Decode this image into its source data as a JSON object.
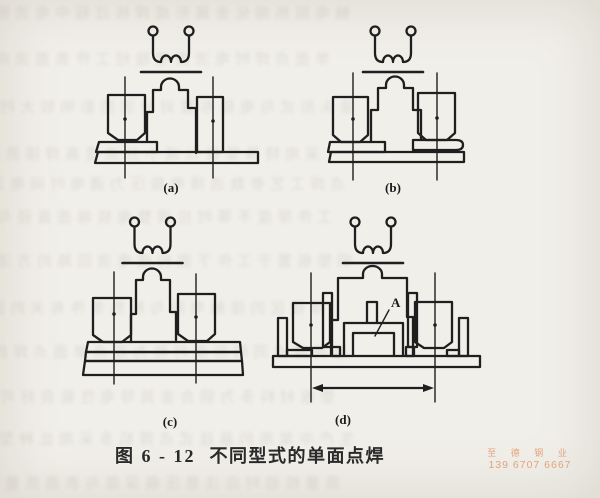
{
  "figure": {
    "caption_number": "图 6 - 12",
    "caption_title": "不同型式的单面点焊",
    "panels": [
      {
        "id": "a",
        "label": "(a)"
      },
      {
        "id": "b",
        "label": "(b)"
      },
      {
        "id": "c",
        "label": "(c)"
      },
      {
        "id": "d",
        "label": "(d)",
        "annotation": "A"
      }
    ],
    "symbols": [
      "welding-transformer-secondary",
      "electrode",
      "workpiece-sheets",
      "centerline",
      "dimension-arrow"
    ]
  },
  "watermark": {
    "line1": "至 德 钢 业",
    "line2": "139 6707 6667",
    "color": "#e0976e"
  },
  "colors": {
    "paper": "#f1efe9",
    "ink": "#1f1f1f",
    "bleed_text": "#6b6558"
  },
  "bleed": {
    "rows": [
      "触电阻热熔化金属形成焊核过程中电流密",
      "单面点焊时电流由电极经工件表面流向另",
      "接头形式与电极布置对分流的影响较大时",
      "采用特殊垫板以减小分流提高焊接质量的",
      "点焊工艺参数选择电极压力通电时间电流",
      "工件厚度不等时应调整电极端面直径与形",
      "铜垫板置于工件下面构成电流回路的方法",
      "焊接区的接触电阻与析热条件有关的因素",
      "当两焊点同时形成时称为双点单面点焊的",
      "垫板材料多为铜合金其导电性能良好可以",
      "生产中常用的悬挂式点焊机多采用此种型",
      "质量检验时应注意压痕深度与表面质量要"
    ]
  }
}
